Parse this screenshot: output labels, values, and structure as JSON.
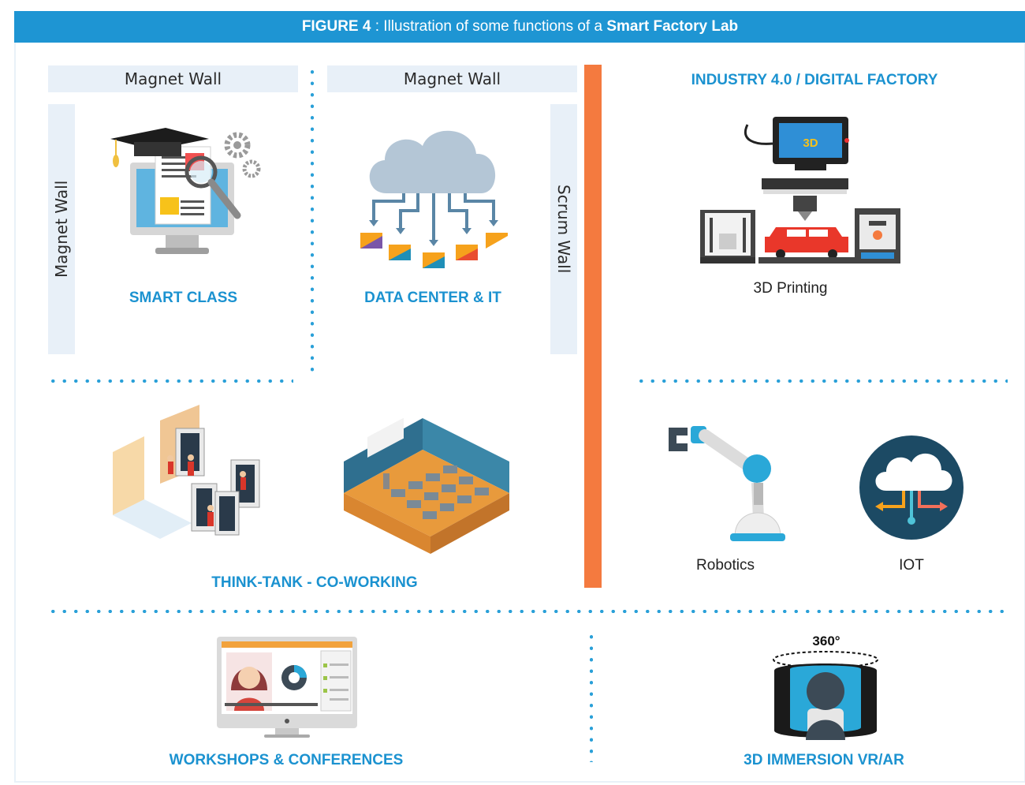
{
  "header": {
    "figure_label": "FIGURE 4",
    "caption_middle": " : Illustration of some functions of a ",
    "caption_bold": "Smart Factory Lab"
  },
  "walls": {
    "top_left": "Magnet Wall",
    "top_middle": "Magnet Wall",
    "left_vertical": "Magnet Wall",
    "scrum": "Scrum Wall"
  },
  "sections": {
    "smart_class": "SMART CLASS",
    "data_center": "DATA CENTER & IT",
    "industry": "INDUSTRY 4.0 / DIGITAL FACTORY",
    "printing": "3D Printing",
    "think_tank": "THINK-TANK - CO-WORKING",
    "robotics": "Robotics",
    "iot": "IOT",
    "workshops": "WORKSHOPS & CONFERENCES",
    "immersion": "3D IMMERSION VR/AR",
    "printer_badge": "3D",
    "vr_badge": "360°"
  },
  "colors": {
    "header": "#1e95d3",
    "accent_blue": "#1b92d0",
    "divider_orange": "#f47a3f",
    "wall_fill": "#e8f0f8"
  },
  "icons": [
    "graduation-monitor-icon",
    "cloud-data-icon",
    "3d-printing-factory-icon",
    "server-room-icon",
    "classroom-icon",
    "robot-arm-icon",
    "iot-cloud-icon",
    "video-conference-icon",
    "vr-360-icon"
  ]
}
